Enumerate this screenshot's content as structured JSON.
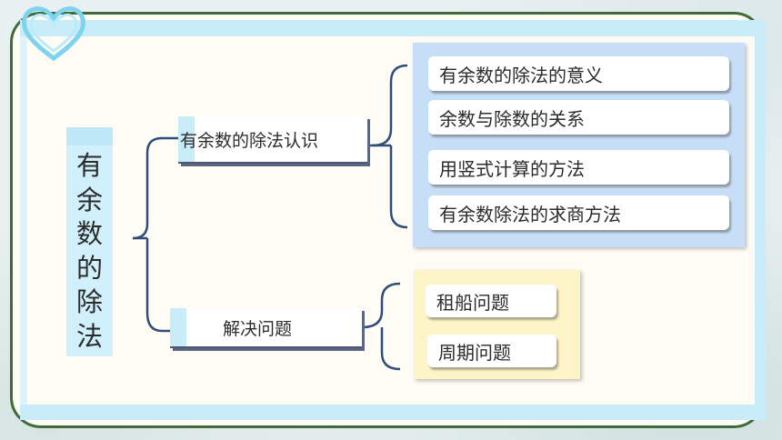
{
  "diagram": {
    "root": {
      "label": "有余数的除法"
    },
    "branches": [
      {
        "label": "有余数的除法认识",
        "children": [
          "有余数的除法的意义",
          "余数与除数的关系",
          "用竖式计算的方法",
          "有余数除法的求商方法"
        ]
      },
      {
        "label": "解决问题",
        "children": [
          "租船问题",
          "周期问题"
        ]
      }
    ]
  },
  "colors": {
    "frame_border": "#3f6b3a",
    "paper": "#fefcf4",
    "band": "#c8edf8",
    "blue_panel": "#c7dff6",
    "yellow_panel": "#fdf5c8",
    "connector": "#2f4f7a"
  },
  "icons": {
    "corner": "heart-ribbon-icon"
  }
}
